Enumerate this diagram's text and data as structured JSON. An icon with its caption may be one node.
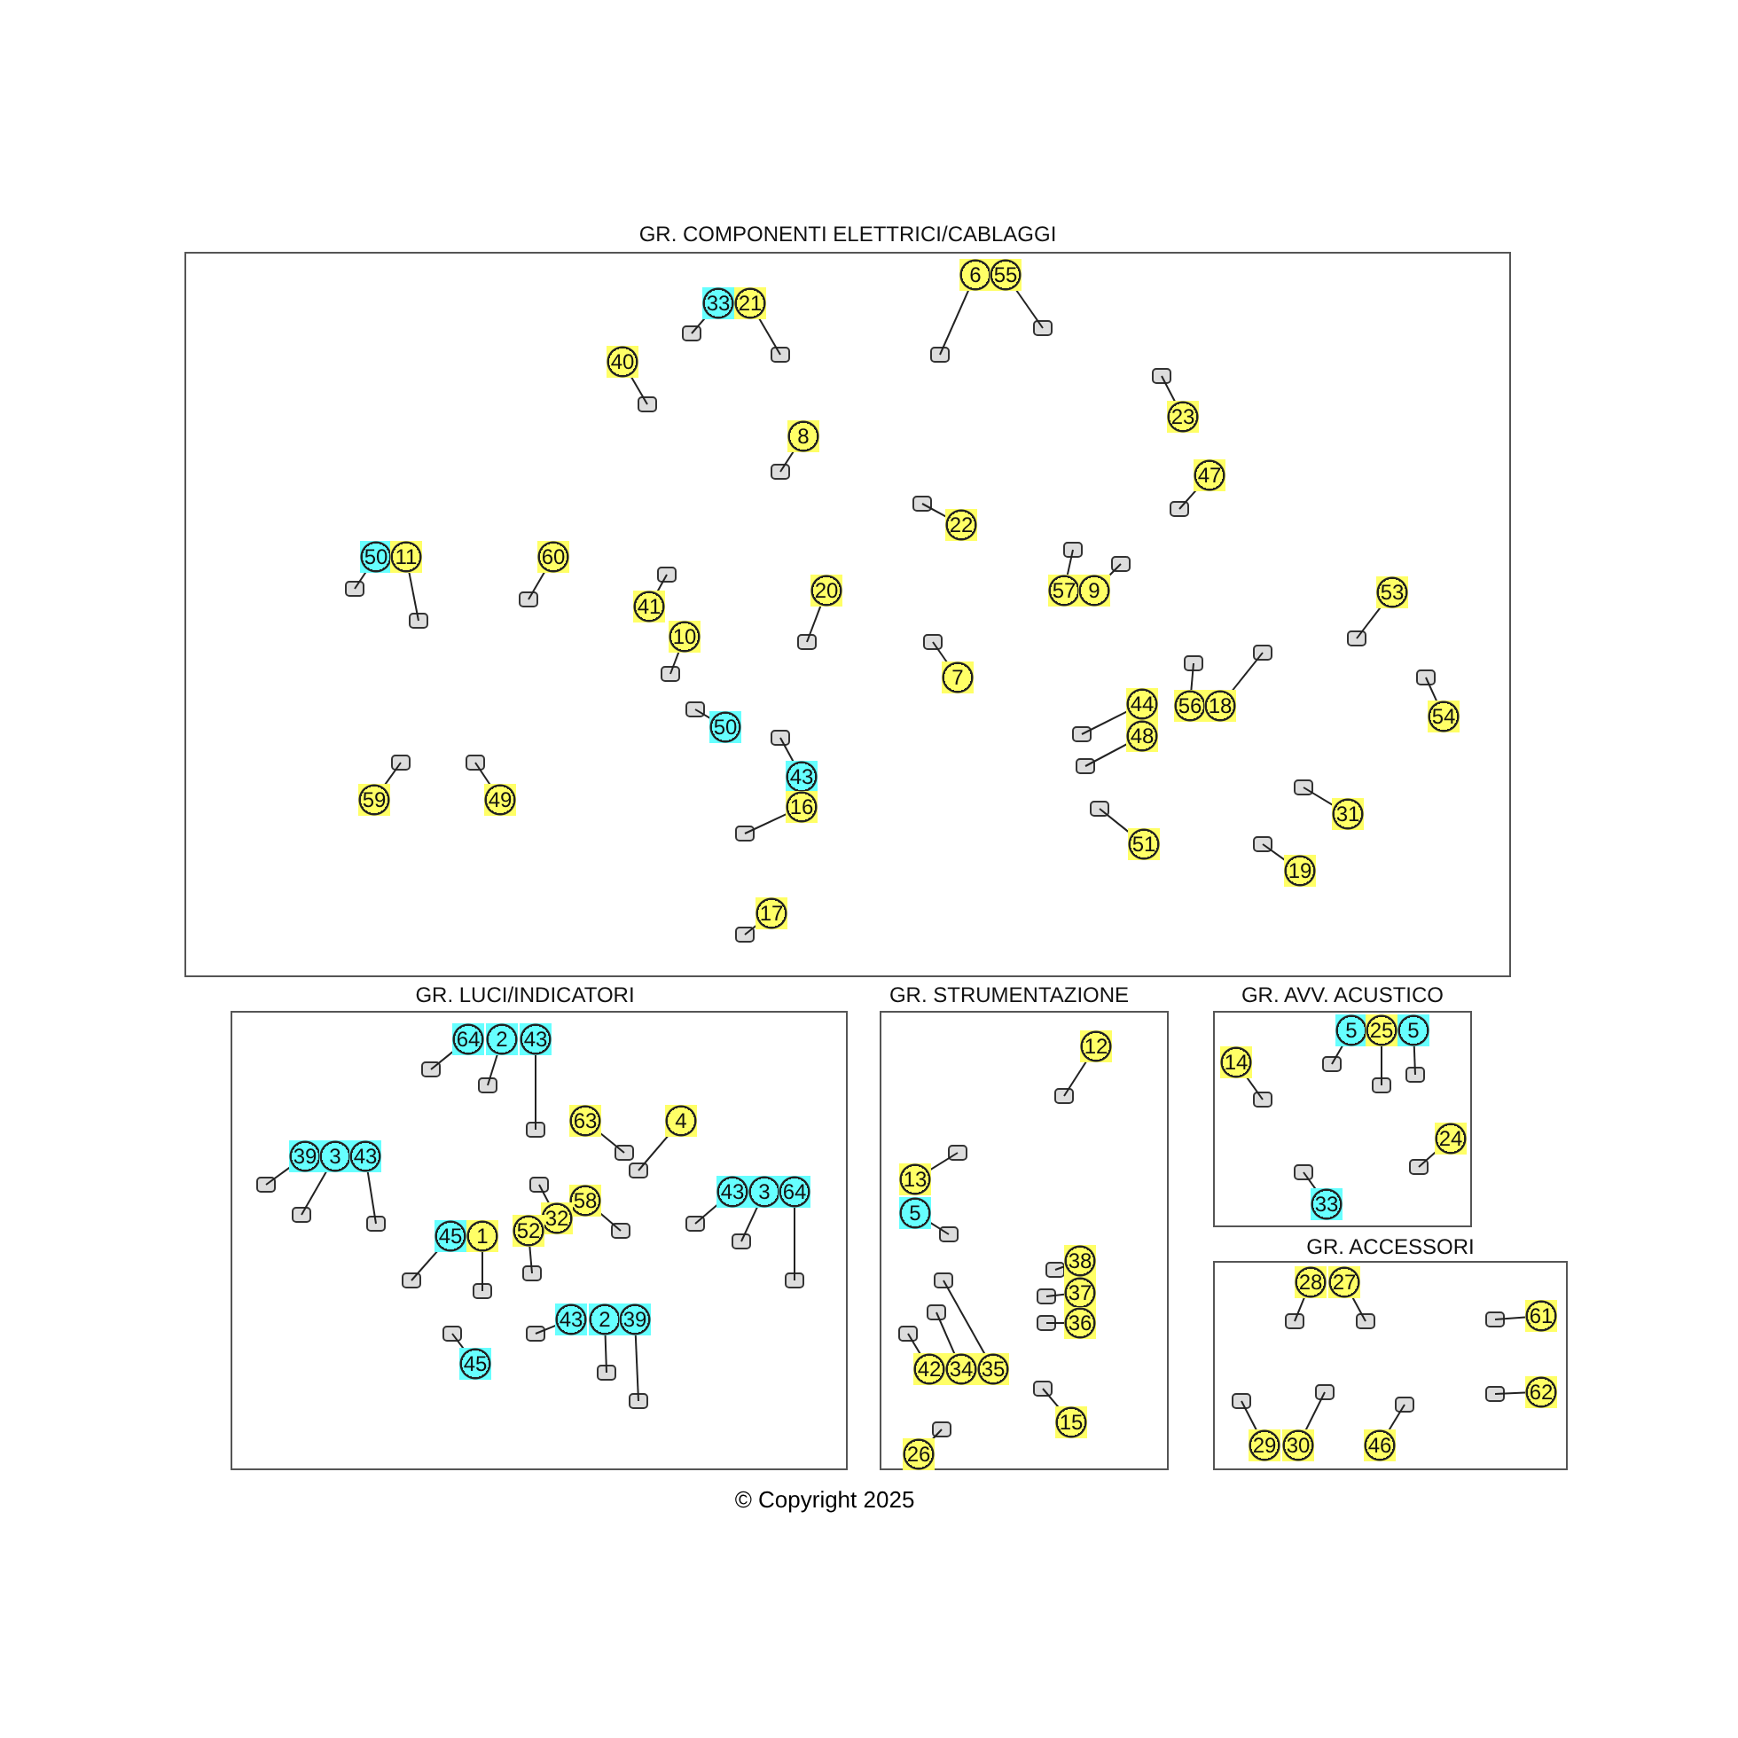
{
  "diagram": {
    "caption": "© Copyright 2025",
    "nodes": [
      {
        "text": [
          "GR. COMPONENTI ELETTRICI/CABLAGGI"
        ]
      },
      {
        "text": [
          "6"
        ],
        "in": 0
      },
      {
        "text": [
          "55"
        ],
        "in": 0
      },
      {
        "text": [
          "33"
        ],
        "in": 0
      },
      {
        "text": [
          "21"
        ],
        "in": 0
      },
      {
        "text": [
          "40"
        ],
        "in": 0
      },
      {
        "text": [
          "23"
        ],
        "in": 0
      },
      {
        "text": [
          "8"
        ],
        "in": 0
      },
      {
        "text": [
          "22"
        ],
        "in": 0
      },
      {
        "text": [
          "47"
        ],
        "in": 0
      },
      {
        "text": [
          "50"
        ],
        "in": 0
      },
      {
        "text": [
          "11"
        ],
        "in": 0
      },
      {
        "text": [
          "60"
        ],
        "in": 0
      },
      {
        "text": [
          "57"
        ],
        "in": 0
      },
      {
        "text": [
          "9"
        ],
        "in": 0
      },
      {
        "text": [
          "41"
        ],
        "in": 0
      },
      {
        "text": [
          "20"
        ],
        "in": 0
      },
      {
        "text": [
          "53"
        ],
        "in": 0
      },
      {
        "text": [
          "10"
        ],
        "in": 0
      },
      {
        "text": [
          "7"
        ],
        "in": 0
      },
      {
        "text": [
          "56"
        ],
        "in": 0
      },
      {
        "text": [
          "18"
        ],
        "in": 0
      },
      {
        "text": [
          "54"
        ],
        "in": 0
      },
      {
        "text": [
          "50"
        ],
        "in": 0
      },
      {
        "text": [
          "44"
        ],
        "in": 0
      },
      {
        "text": [
          "48"
        ],
        "in": 0
      },
      {
        "text": [
          "43"
        ],
        "in": 0
      },
      {
        "text": [
          "16"
        ],
        "in": 0
      },
      {
        "text": [
          "59"
        ],
        "in": 0
      },
      {
        "text": [
          "49"
        ],
        "in": 0
      },
      {
        "text": [
          "51"
        ],
        "in": 0
      },
      {
        "text": [
          "31"
        ],
        "in": 0
      },
      {
        "text": [
          "19"
        ],
        "in": 0
      },
      {
        "text": [
          "17"
        ],
        "in": 0
      },
      {
        "text": [
          "GR. LUCI/INDICATORI"
        ]
      },
      {
        "text": [
          "64"
        ],
        "in": 34
      },
      {
        "text": [
          "2"
        ],
        "in": 34
      },
      {
        "text": [
          "43"
        ],
        "in": 34
      },
      {
        "text": [
          "63"
        ],
        "in": 34
      },
      {
        "text": [
          "4"
        ],
        "in": 34
      },
      {
        "text": [
          "39"
        ],
        "in": 34
      },
      {
        "text": [
          "3"
        ],
        "in": 34
      },
      {
        "text": [
          "43"
        ],
        "in": 34
      },
      {
        "text": [
          "43"
        ],
        "in": 34
      },
      {
        "text": [
          "3"
        ],
        "in": 34
      },
      {
        "text": [
          "64"
        ],
        "in": 34
      },
      {
        "text": [
          "58"
        ],
        "in": 34
      },
      {
        "text": [
          "32"
        ],
        "in": 34
      },
      {
        "text": [
          "52"
        ],
        "in": 34
      },
      {
        "text": [
          "45"
        ],
        "in": 34
      },
      {
        "text": [
          "1"
        ],
        "in": 34
      },
      {
        "text": [
          "43"
        ],
        "in": 34
      },
      {
        "text": [
          "2"
        ],
        "in": 34
      },
      {
        "text": [
          "39"
        ],
        "in": 34
      },
      {
        "text": [
          "45"
        ],
        "in": 34
      },
      {
        "text": [
          "GR. STRUMENTAZIONE"
        ]
      },
      {
        "text": [
          "12"
        ],
        "in": 55
      },
      {
        "text": [
          "13"
        ],
        "in": 55
      },
      {
        "text": [
          "5"
        ],
        "in": 55
      },
      {
        "text": [
          "38"
        ],
        "in": 55
      },
      {
        "text": [
          "37"
        ],
        "in": 55
      },
      {
        "text": [
          "36"
        ],
        "in": 55
      },
      {
        "text": [
          "42"
        ],
        "in": 55
      },
      {
        "text": [
          "34"
        ],
        "in": 55
      },
      {
        "text": [
          "35"
        ],
        "in": 55
      },
      {
        "text": [
          "15"
        ],
        "in": 55
      },
      {
        "text": [
          "26"
        ],
        "in": 55
      },
      {
        "text": [
          "GR. AVV. ACUSTICO"
        ]
      },
      {
        "text": [
          "5"
        ],
        "in": 67
      },
      {
        "text": [
          "25"
        ],
        "in": 67
      },
      {
        "text": [
          "5"
        ],
        "in": 67
      },
      {
        "text": [
          "14"
        ],
        "in": 67
      },
      {
        "text": [
          "24"
        ],
        "in": 67
      },
      {
        "text": [
          "33"
        ],
        "in": 67
      },
      {
        "text": [
          "GR. ACCESSORI"
        ]
      },
      {
        "text": [
          "28"
        ],
        "in": 74
      },
      {
        "text": [
          "27"
        ],
        "in": 74
      },
      {
        "text": [
          "61"
        ],
        "in": 74
      },
      {
        "text": [
          "62"
        ],
        "in": 74
      },
      {
        "text": [
          "29"
        ],
        "in": 74
      },
      {
        "text": [
          "30"
        ],
        "in": 74
      },
      {
        "text": [
          "46"
        ],
        "in": 74
      }
    ],
    "edges": [
      {
        "from": 1,
        "to": null,
        "arrow": "none"
      },
      {
        "from": 2,
        "to": null,
        "arrow": "none"
      },
      {
        "from": 3,
        "to": null,
        "arrow": "none"
      },
      {
        "from": 4,
        "to": null,
        "arrow": "none"
      },
      {
        "from": 5,
        "to": null,
        "arrow": "none"
      },
      {
        "from": 6,
        "to": null,
        "arrow": "none"
      },
      {
        "from": 7,
        "to": null,
        "arrow": "none"
      },
      {
        "from": 8,
        "to": null,
        "arrow": "none"
      },
      {
        "from": 9,
        "to": null,
        "arrow": "none"
      },
      {
        "from": 10,
        "to": null,
        "arrow": "none"
      },
      {
        "from": 11,
        "to": null,
        "arrow": "none"
      },
      {
        "from": 12,
        "to": null,
        "arrow": "none"
      },
      {
        "from": 13,
        "to": null,
        "arrow": "none"
      },
      {
        "from": 14,
        "to": null,
        "arrow": "none"
      },
      {
        "from": 15,
        "to": null,
        "arrow": "none"
      },
      {
        "from": 16,
        "to": null,
        "arrow": "none"
      },
      {
        "from": 17,
        "to": null,
        "arrow": "none"
      },
      {
        "from": 18,
        "to": null,
        "arrow": "none"
      },
      {
        "from": 19,
        "to": null,
        "arrow": "none"
      },
      {
        "from": 20,
        "to": null,
        "arrow": "none"
      },
      {
        "from": 21,
        "to": null,
        "arrow": "none"
      },
      {
        "from": 22,
        "to": null,
        "arrow": "none"
      },
      {
        "from": 23,
        "to": null,
        "arrow": "none"
      },
      {
        "from": 24,
        "to": null,
        "arrow": "none"
      },
      {
        "from": 25,
        "to": null,
        "arrow": "none"
      },
      {
        "from": 26,
        "to": null,
        "arrow": "none"
      },
      {
        "from": 27,
        "to": null,
        "arrow": "none"
      },
      {
        "from": 28,
        "to": null,
        "arrow": "none"
      },
      {
        "from": 29,
        "to": null,
        "arrow": "none"
      },
      {
        "from": 30,
        "to": null,
        "arrow": "none"
      },
      {
        "from": 31,
        "to": null,
        "arrow": "none"
      },
      {
        "from": 32,
        "to": null,
        "arrow": "none"
      },
      {
        "from": 33,
        "to": null,
        "arrow": "none"
      },
      {
        "from": 35,
        "to": null,
        "arrow": "none"
      },
      {
        "from": 36,
        "to": null,
        "arrow": "none"
      },
      {
        "from": 37,
        "to": null,
        "arrow": "none"
      },
      {
        "from": 38,
        "to": null,
        "arrow": "none"
      },
      {
        "from": 39,
        "to": null,
        "arrow": "none"
      },
      {
        "from": 40,
        "to": null,
        "arrow": "none"
      },
      {
        "from": 41,
        "to": null,
        "arrow": "none"
      },
      {
        "from": 42,
        "to": null,
        "arrow": "none"
      },
      {
        "from": 43,
        "to": null,
        "arrow": "none"
      },
      {
        "from": 44,
        "to": null,
        "arrow": "none"
      },
      {
        "from": 45,
        "to": null,
        "arrow": "none"
      },
      {
        "from": 46,
        "to": null,
        "arrow": "none"
      },
      {
        "from": 47,
        "to": null,
        "arrow": "none"
      },
      {
        "from": 48,
        "to": null,
        "arrow": "none"
      },
      {
        "from": 49,
        "to": null,
        "arrow": "none"
      },
      {
        "from": 50,
        "to": null,
        "arrow": "none"
      },
      {
        "from": 51,
        "to": null,
        "arrow": "none"
      },
      {
        "from": 52,
        "to": null,
        "arrow": "none"
      },
      {
        "from": 53,
        "to": null,
        "arrow": "none"
      },
      {
        "from": 54,
        "to": null,
        "arrow": "none"
      },
      {
        "from": 56,
        "to": null,
        "arrow": "none"
      },
      {
        "from": 57,
        "to": null,
        "arrow": "none"
      },
      {
        "from": 58,
        "to": null,
        "arrow": "none"
      },
      {
        "from": 59,
        "to": null,
        "arrow": "none"
      },
      {
        "from": 60,
        "to": null,
        "arrow": "none"
      },
      {
        "from": 61,
        "to": null,
        "arrow": "none"
      },
      {
        "from": 62,
        "to": null,
        "arrow": "none"
      },
      {
        "from": 63,
        "to": null,
        "arrow": "none"
      },
      {
        "from": 64,
        "to": null,
        "arrow": "none"
      },
      {
        "from": 65,
        "to": null,
        "arrow": "none"
      },
      {
        "from": 66,
        "to": null,
        "arrow": "none"
      },
      {
        "from": 68,
        "to": null,
        "arrow": "none"
      },
      {
        "from": 69,
        "to": null,
        "arrow": "none"
      },
      {
        "from": 70,
        "to": null,
        "arrow": "none"
      },
      {
        "from": 71,
        "to": null,
        "arrow": "none"
      },
      {
        "from": 72,
        "to": null,
        "arrow": "none"
      },
      {
        "from": 73,
        "to": null,
        "arrow": "none"
      },
      {
        "from": 75,
        "to": null,
        "arrow": "none"
      },
      {
        "from": 76,
        "to": null,
        "arrow": "none"
      },
      {
        "from": 77,
        "to": null,
        "arrow": "none"
      },
      {
        "from": 78,
        "to": null,
        "arrow": "none"
      },
      {
        "from": 79,
        "to": null,
        "arrow": "none"
      },
      {
        "from": 80,
        "to": null,
        "arrow": "none"
      },
      {
        "from": 81,
        "to": null,
        "arrow": "none"
      }
    ]
  }
}
